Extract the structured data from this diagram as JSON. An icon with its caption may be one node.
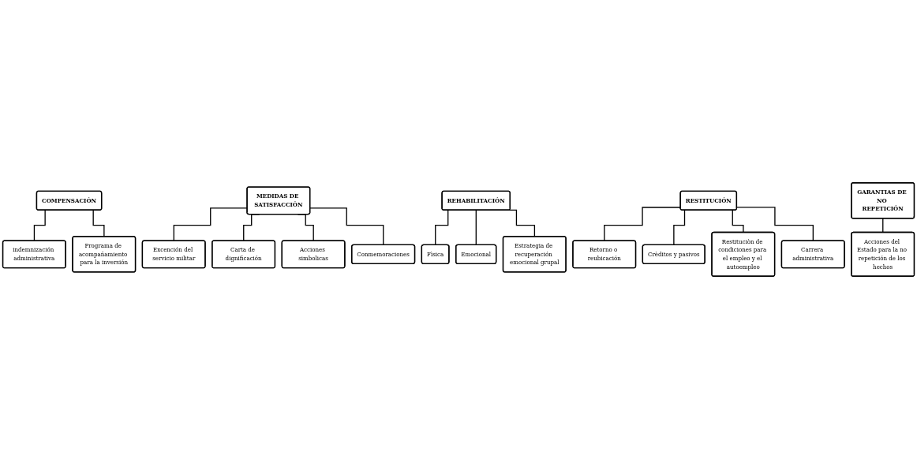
{
  "diagram": {
    "nodes": [
      {
        "text": [
          "COMPENSACIÓN"
        ]
      },
      {
        "text": [
          "indemnización administrativa"
        ]
      },
      {
        "text": [
          "Programa de acompañamiento para la inversión"
        ]
      },
      {
        "text": [
          "MEDIDAS DE SATISFACCIÓN"
        ]
      },
      {
        "text": [
          "Excención del servicio militar"
        ]
      },
      {
        "text": [
          "Carta de dignificación"
        ]
      },
      {
        "text": [
          "Acciones simbolicas"
        ]
      },
      {
        "text": [
          "Conmemoraciones"
        ]
      },
      {
        "text": [
          "REHABILITACIÓN"
        ]
      },
      {
        "text": [
          "Fìsica"
        ]
      },
      {
        "text": [
          "Emocional"
        ]
      },
      {
        "text": [
          "Estrategia de recuperación emocional grupal"
        ]
      },
      {
        "text": [
          "RESTITUCIÓN"
        ]
      },
      {
        "text": [
          "Retorno o reubicación"
        ]
      },
      {
        "text": [
          "Crèditos y pasivos"
        ]
      },
      {
        "text": [
          "Restituciòn de condiciones para el empleo y el autoempleo"
        ]
      },
      {
        "text": [
          "Carrera administrativa"
        ]
      },
      {
        "text": [
          "GARANTIAS DE NO REPETICIÓN"
        ]
      },
      {
        "text": [
          "Acciones del Estado para la no repetición de los hechos"
        ]
      }
    ],
    "edges": [
      {
        "from": 0,
        "to": 1,
        "arrow": "none"
      },
      {
        "from": 0,
        "to": 2,
        "arrow": "none"
      },
      {
        "from": 3,
        "to": 4,
        "arrow": "none"
      },
      {
        "from": 3,
        "to": 5,
        "arrow": "none"
      },
      {
        "from": 3,
        "to": 6,
        "arrow": "none"
      },
      {
        "from": 3,
        "to": 7,
        "arrow": "none"
      },
      {
        "from": 8,
        "to": 9,
        "arrow": "none"
      },
      {
        "from": 8,
        "to": 10,
        "arrow": "none"
      },
      {
        "from": 8,
        "to": 11,
        "arrow": "none"
      },
      {
        "from": 12,
        "to": 13,
        "arrow": "none"
      },
      {
        "from": 12,
        "to": 14,
        "arrow": "none"
      },
      {
        "from": 12,
        "to": 15,
        "arrow": "none"
      },
      {
        "from": 12,
        "to": 16,
        "arrow": "none"
      },
      {
        "from": 17,
        "to": 18,
        "arrow": "none"
      }
    ]
  }
}
